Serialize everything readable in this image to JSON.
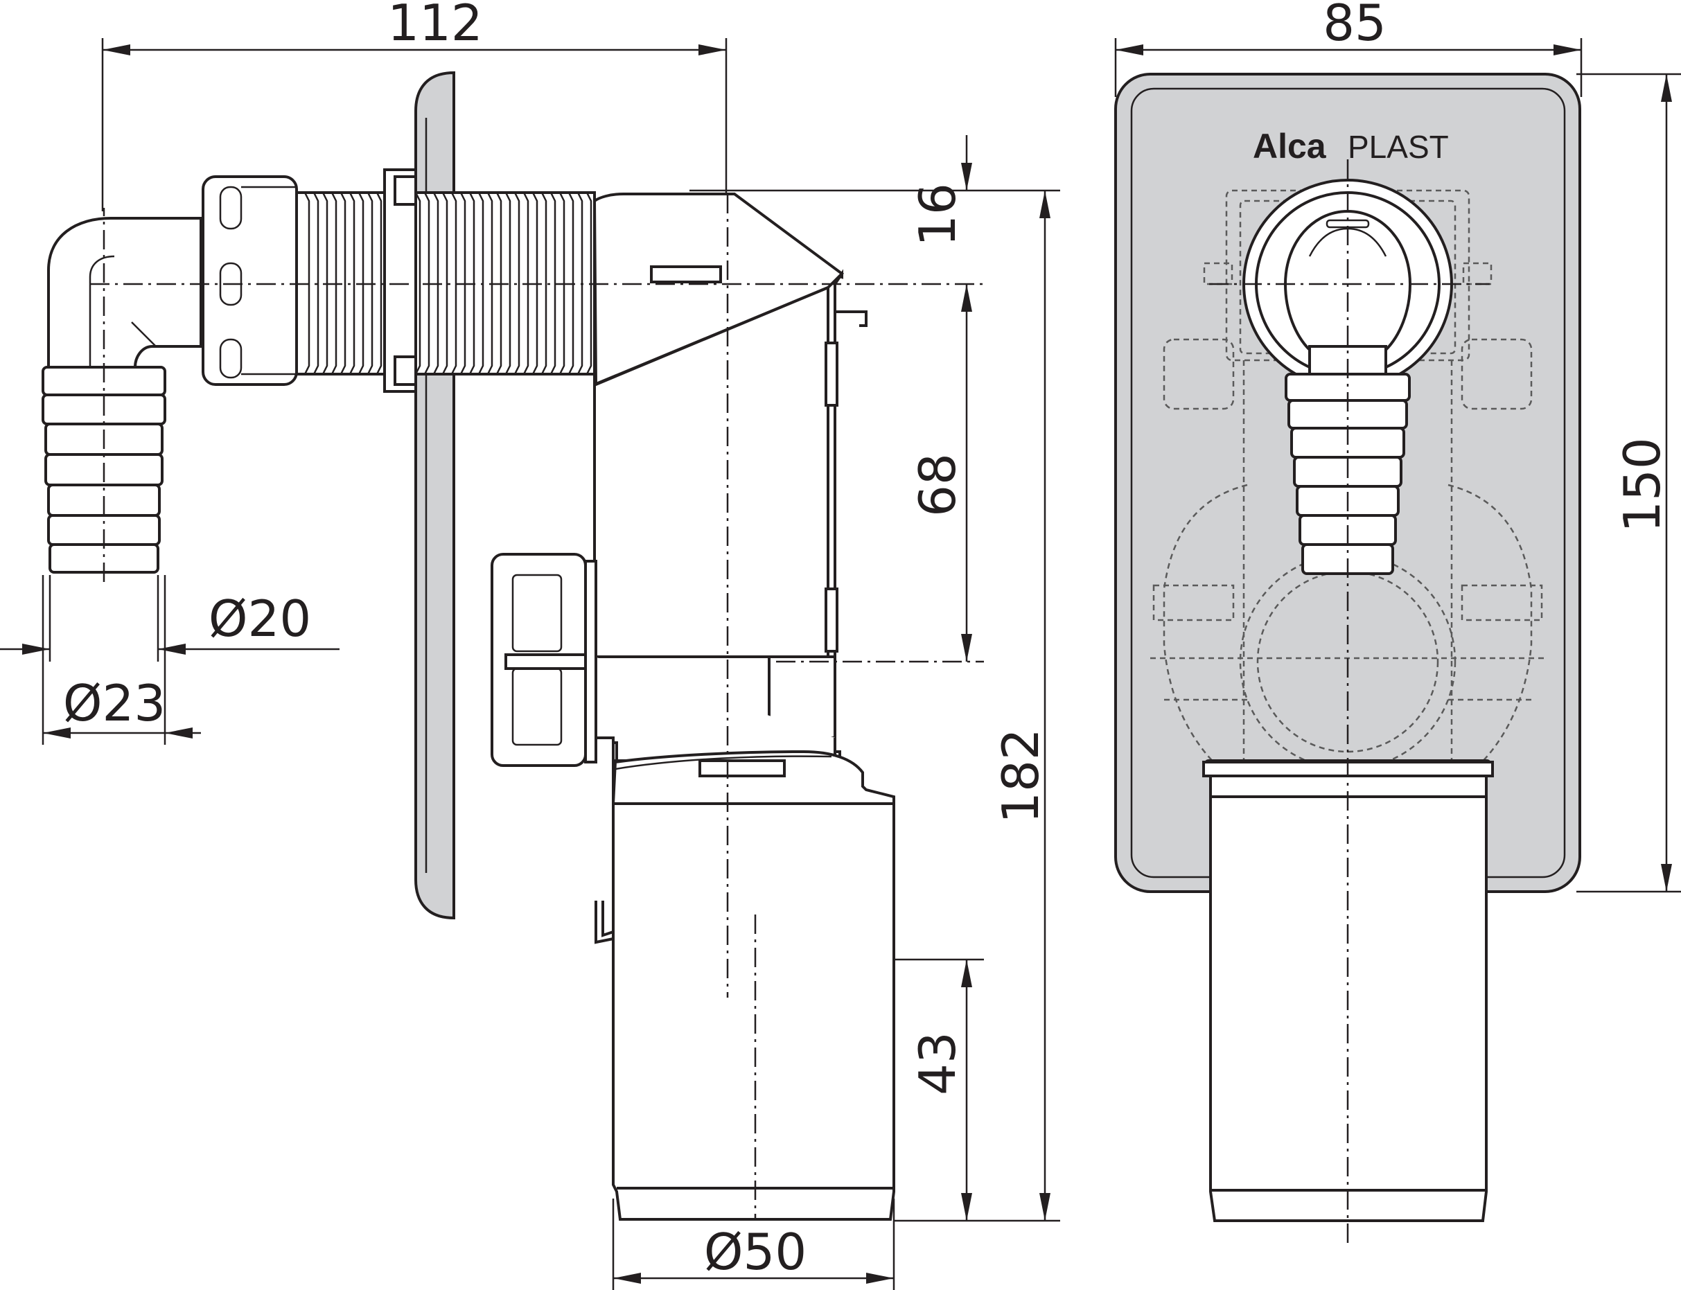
{
  "drawing": {
    "brand": {
      "part1": "Alca",
      "part2": "PLAST"
    },
    "dimensions": {
      "side_width": "112",
      "front_width": "85",
      "top_offset": "16",
      "inlet_to_outlet": "68",
      "total_height": "182",
      "outlet_height": "43",
      "front_height": "150",
      "hose_inner_dia": "Ø20",
      "hose_outer_dia": "Ø23",
      "outlet_dia": "Ø50"
    }
  },
  "colors": {
    "line": "#231f20",
    "plate_fill": "#d1d2d4",
    "background": "#ffffff"
  }
}
